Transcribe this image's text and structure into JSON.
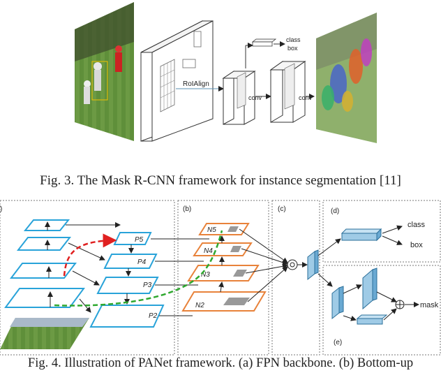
{
  "fig3": {
    "caption": "Fig. 3. The Mask R-CNN framework for instance segmentation [11]",
    "roialign_label": "RoIAlign",
    "conv1_label": "conv",
    "conv2_label": "conv",
    "class_label": "class",
    "box_label": "box"
  },
  "fig4": {
    "caption": "Fig. 4. Illustration of PANet framework. (a) FPN backbone. (b) Bottom-up",
    "panel_a": ")",
    "panel_b": "(b)",
    "panel_c": "(c)",
    "panel_d": "(d)",
    "panel_e": "(e)",
    "p5": "P5",
    "p4": "P4",
    "p3": "P3",
    "p2": "P2",
    "n5": "N5",
    "n4": "N4",
    "n3": "N3",
    "n2": "N2",
    "class_label": "class",
    "box_label": "box",
    "mask_label": "mask"
  },
  "colors": {
    "fpn_blue": "#29a3d9",
    "pan_orange": "#e8823a",
    "red_path": "#e02020",
    "green_path": "#2fa82f",
    "block_fill": "#9fcbe6"
  }
}
